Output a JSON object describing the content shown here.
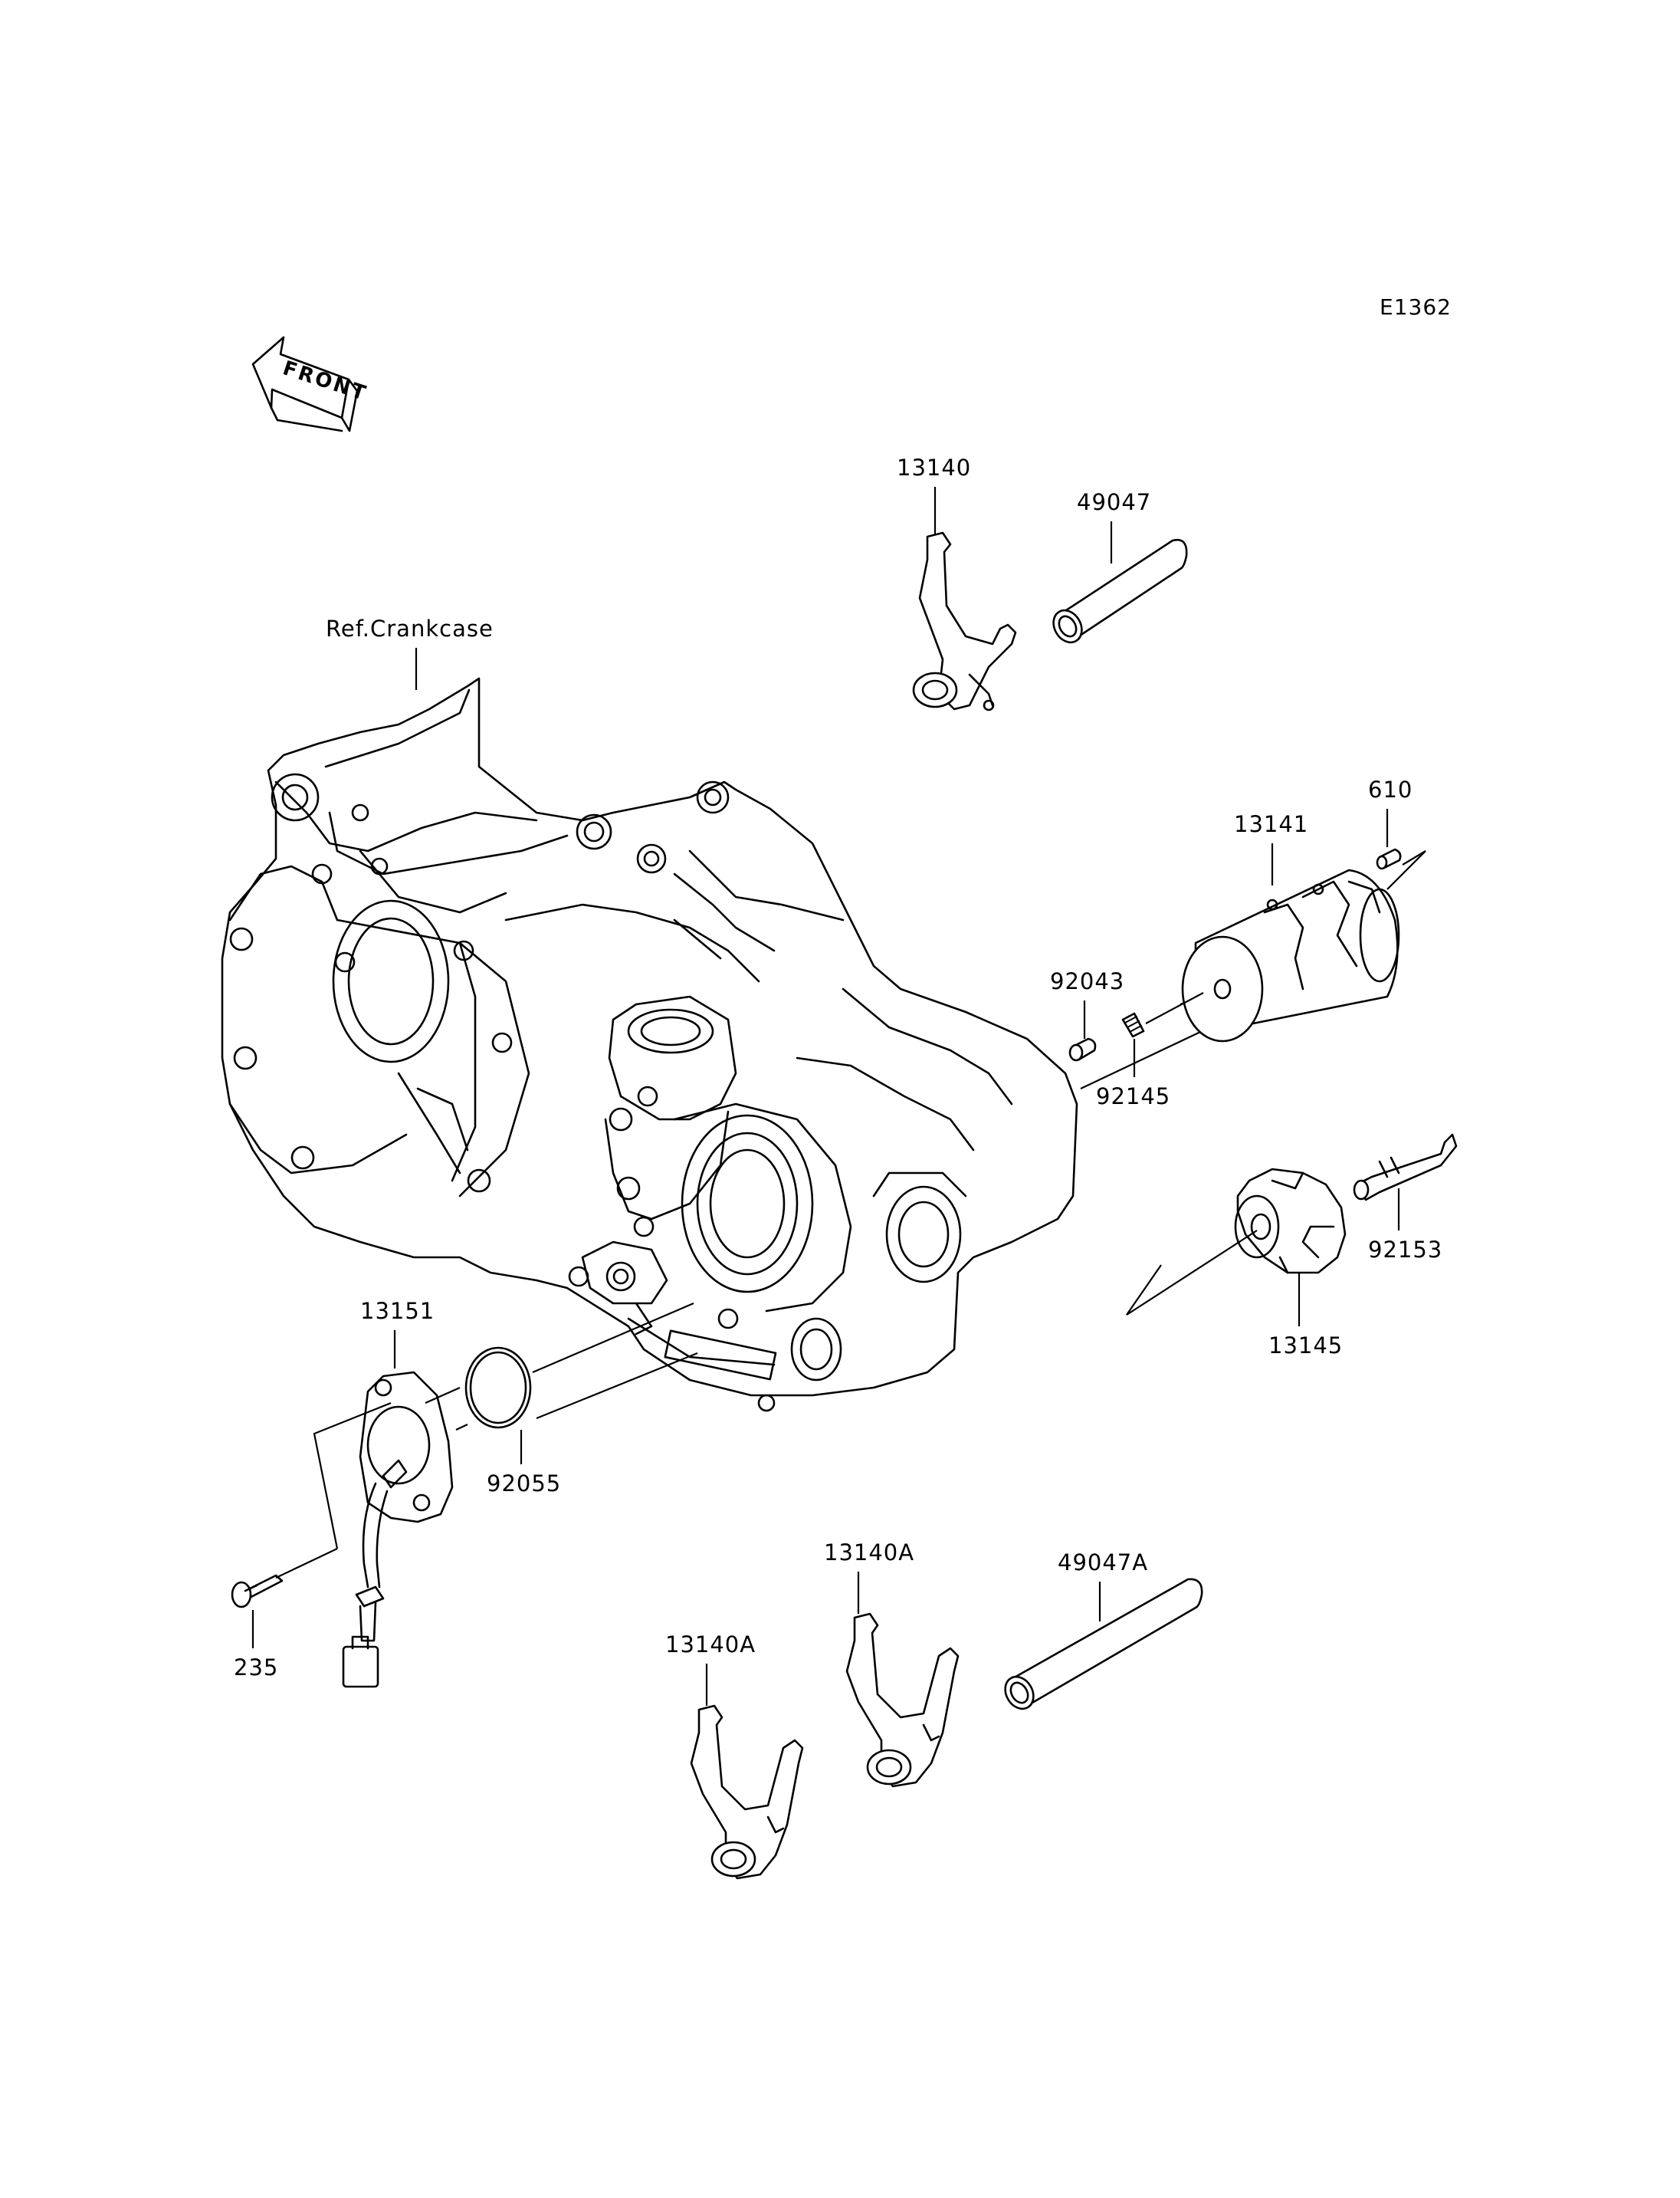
{
  "diagram": {
    "code": "E1362",
    "front_label": "FRONT",
    "ref_label": "Ref.Crankcase",
    "parts": {
      "p13140": "13140",
      "p49047": "49047",
      "p13141": "13141",
      "p610": "610",
      "p92043": "92043",
      "p92145": "92145",
      "p92153": "92153",
      "p13145": "13145",
      "p13151": "13151",
      "p92055": "92055",
      "p235": "235",
      "p13140A_right": "13140A",
      "p49047A": "49047A",
      "p13140A_left": "13140A"
    }
  }
}
